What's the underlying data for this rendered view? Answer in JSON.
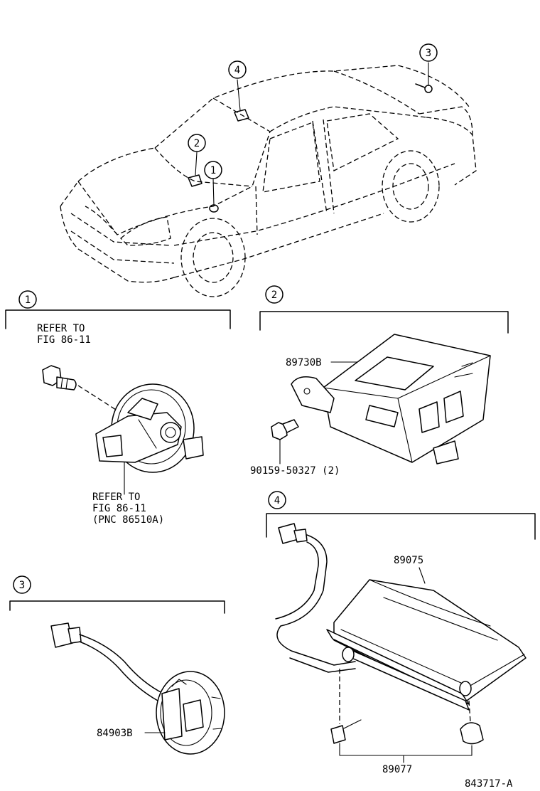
{
  "callouts": {
    "c1": "1",
    "c2": "2",
    "c3": "3",
    "c4": "4"
  },
  "sections": [
    {
      "num": "1",
      "refer_top": [
        "REFER TO",
        "FIG 86-11"
      ],
      "refer_bottom": [
        "REFER TO",
        "FIG 86-11",
        "(PNC 86510A)"
      ]
    },
    {
      "num": "2",
      "labels": [
        "89730B",
        "90159-50327 (2)"
      ]
    },
    {
      "num": "3",
      "labels": [
        "84903B"
      ]
    },
    {
      "num": "4",
      "labels": [
        "89075",
        "89077"
      ]
    }
  ],
  "figure_code": "843717-A"
}
